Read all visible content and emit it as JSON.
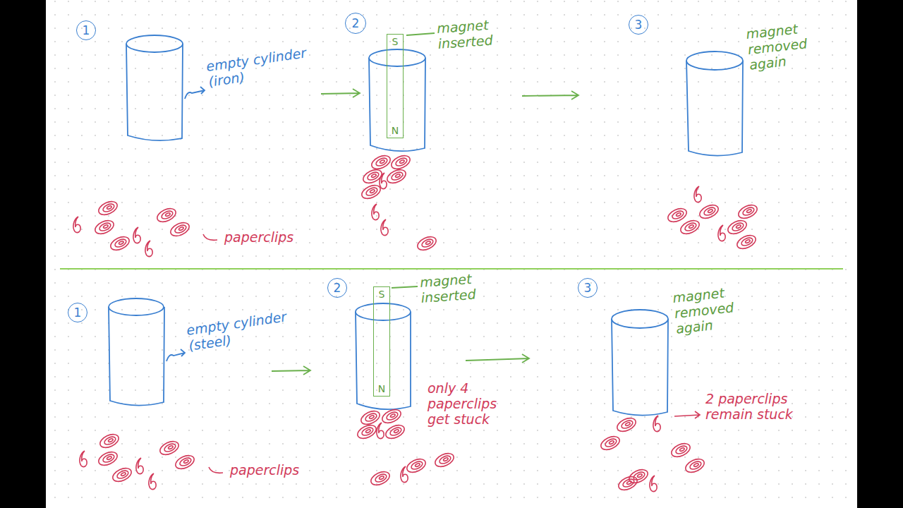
{
  "diagram": {
    "nodes": [
      {
        "text": [
          "1"
        ]
      },
      {
        "text": [
          "2"
        ]
      },
      {
        "text": [
          "S",
          "N"
        ]
      },
      {
        "text": [
          "3"
        ]
      },
      {
        "text": [
          "1"
        ]
      },
      {
        "text": [
          "2"
        ]
      },
      {
        "text": [
          "S",
          "N"
        ]
      },
      {
        "text": [
          "3"
        ]
      }
    ],
    "labels": [
      "empty cylinder (iron)",
      "magnet inserted",
      "magnet removed again",
      "paperclips",
      "empty cylinder (steel)",
      "magnet inserted",
      "only 4 paperclips get stuck",
      "magnet removed again",
      "2 paperclips remain stuck",
      "paperclips"
    ]
  }
}
